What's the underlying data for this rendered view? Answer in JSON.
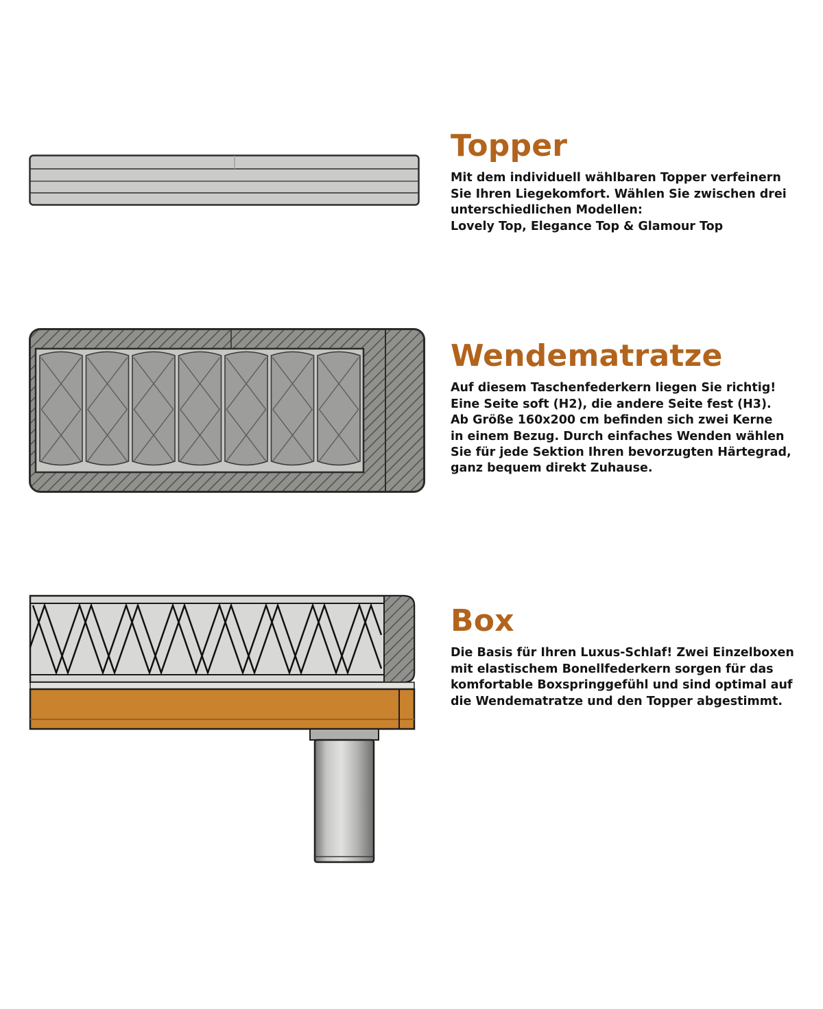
{
  "page": {
    "background": "#ffffff",
    "language": "de"
  },
  "colors": {
    "heading": "#b2641c",
    "body_text": "#141414",
    "wood": "#c9822e",
    "fabric_light_gray": "#cbcbc9",
    "hatch_gray": "#90908c",
    "spring_gray": "#9d9d9b",
    "metal_leg": "#bdbdbb"
  },
  "sections": [
    {
      "id": "topper",
      "heading": "Topper",
      "illustration": "topper-cross-section-diagram",
      "body": "Mit dem individuell wählbaren Topper verfeinern\nSie Ihren Liegekomfort. Wählen Sie zwischen drei\nunterschiedlichen Modellen:\nLovely Top, Elegance Top & Glamour Top"
    },
    {
      "id": "wendematratze",
      "heading": "Wendematratze",
      "illustration": "pocket-spring-mattress-cross-section-diagram",
      "body": "Auf diesem Taschenfederkern liegen Sie richtig!\nEine Seite soft (H2), die andere Seite fest (H3).\nAb Größe 160x200 cm befinden sich zwei Kerne\nin einem Bezug. Durch einfaches Wenden wählen\nSie für jede Sektion Ihren bevorzugten Härtegrad,\nganz bequem direkt Zuhause."
    },
    {
      "id": "box",
      "heading": "Box",
      "illustration": "bonell-spring-box-with-leg-cross-section-diagram",
      "body": "Die Basis für Ihren Luxus-Schlaf! Zwei Einzelboxen\nmit elastischem Bonellfederkern sorgen für das\nkomfortable Boxspringgefühl und sind optimal auf\ndie Wendematratze und den Topper abgestimmt."
    }
  ]
}
